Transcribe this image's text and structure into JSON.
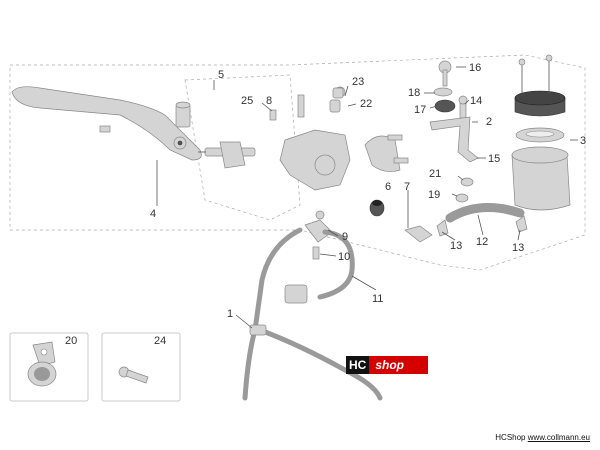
{
  "labels": {
    "p1": "1",
    "p2": "2",
    "p3": "3",
    "p4": "4",
    "p5": "5",
    "p6": "6",
    "p7": "7",
    "p8": "8",
    "p9": "9",
    "p10": "10",
    "p11": "11",
    "p12": "12",
    "p13a": "13",
    "p13b": "13",
    "p14": "14",
    "p15": "15",
    "p16": "16",
    "p17": "17",
    "p18": "18",
    "p19": "19",
    "p20": "20",
    "p21": "21",
    "p22": "22",
    "p23": "23",
    "p24": "24",
    "p25": "25"
  },
  "logo": {
    "hc": "HC",
    "shop": "shop"
  },
  "footer": {
    "brand": "HCShop",
    "site": "www.collmann.eu"
  },
  "colors": {
    "logo_red": "#d40000",
    "logo_black": "#111111"
  }
}
